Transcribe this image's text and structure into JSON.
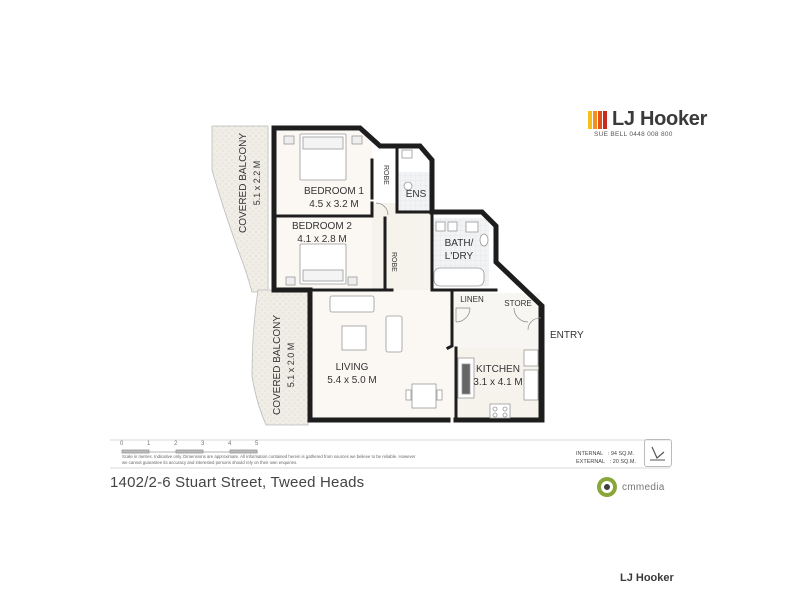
{
  "brand": {
    "name": "LJ Hooker",
    "agent": "SUE BELL  0448 008 800",
    "colors": [
      "#f6c01b",
      "#f39019",
      "#e3501c",
      "#c92a1f"
    ]
  },
  "rooms": {
    "bedroom1": {
      "name": "BEDROOM 1",
      "size": "4.5 x 3.2 M"
    },
    "bedroom2": {
      "name": "BEDROOM 2",
      "size": "4.1 x 2.8 M"
    },
    "living": {
      "name": "LIVING",
      "size": "5.4 x 5.0 M"
    },
    "kitchen": {
      "name": "KITCHEN",
      "size": "3.1 x 4.1 M"
    },
    "ens": "ENS",
    "bath_line1": "BATH/",
    "bath_line2": "L'DRY",
    "robe1": "ROBE",
    "robe2": "ROBE",
    "linen": "LINEN",
    "store": "STORE",
    "entry": "ENTRY",
    "balcony_top": {
      "name": "COVERED BALCONY",
      "size": "5.1 x 2.2 M"
    },
    "balcony_bottom": {
      "name": "COVERED BALCONY",
      "size": "5.1 x 2.0 M"
    }
  },
  "scale": {
    "ticks": [
      "0",
      "1",
      "2",
      "3",
      "4",
      "5"
    ]
  },
  "disclaimer": "Scale in metres. Indicative only. Dimensions are approximate. All information contained herein is gathered from sources we believe to be reliable. However we cannot guarantee its accuracy and interested persons should rely on their own enquiries.",
  "area": {
    "internal_label": "INTERNAL",
    "internal_value": ": 94 SQ.M.",
    "external_label": "EXTERNAL",
    "external_value": ": 20 SQ.M."
  },
  "address": "1402/2-6 Stuart Street, Tweed Heads",
  "media": {
    "name": "cmmedia"
  },
  "footer": {
    "brand": "LJ Hooker"
  }
}
